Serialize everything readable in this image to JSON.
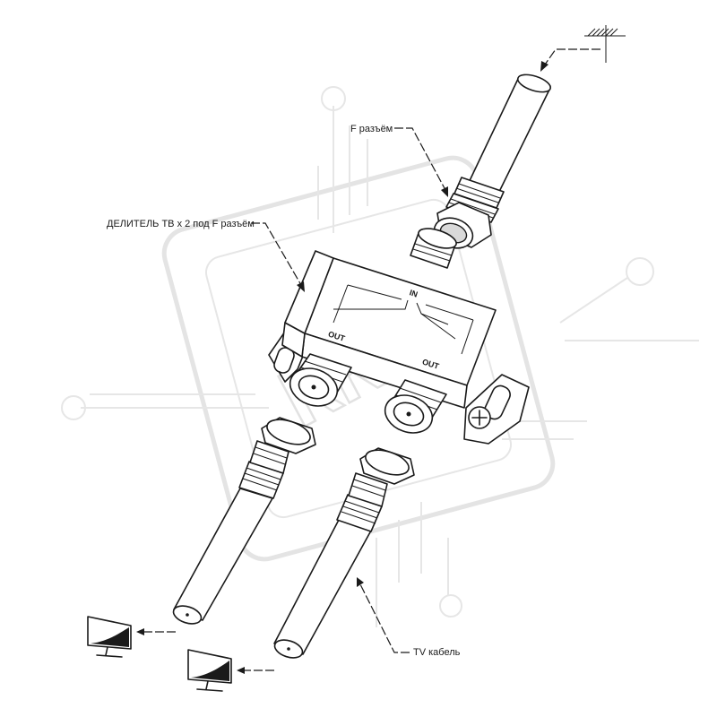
{
  "labels": {
    "f_connector": "F разъём",
    "splitter": "ДЕЛИТЕЛЬ ТВ x 2 под F разъём",
    "tv_cable": "TV кабель",
    "port_in": "IN",
    "port_out_left": "OUT",
    "port_out_right": "OUT"
  },
  "watermark": {
    "text": "ККЦ"
  }
}
